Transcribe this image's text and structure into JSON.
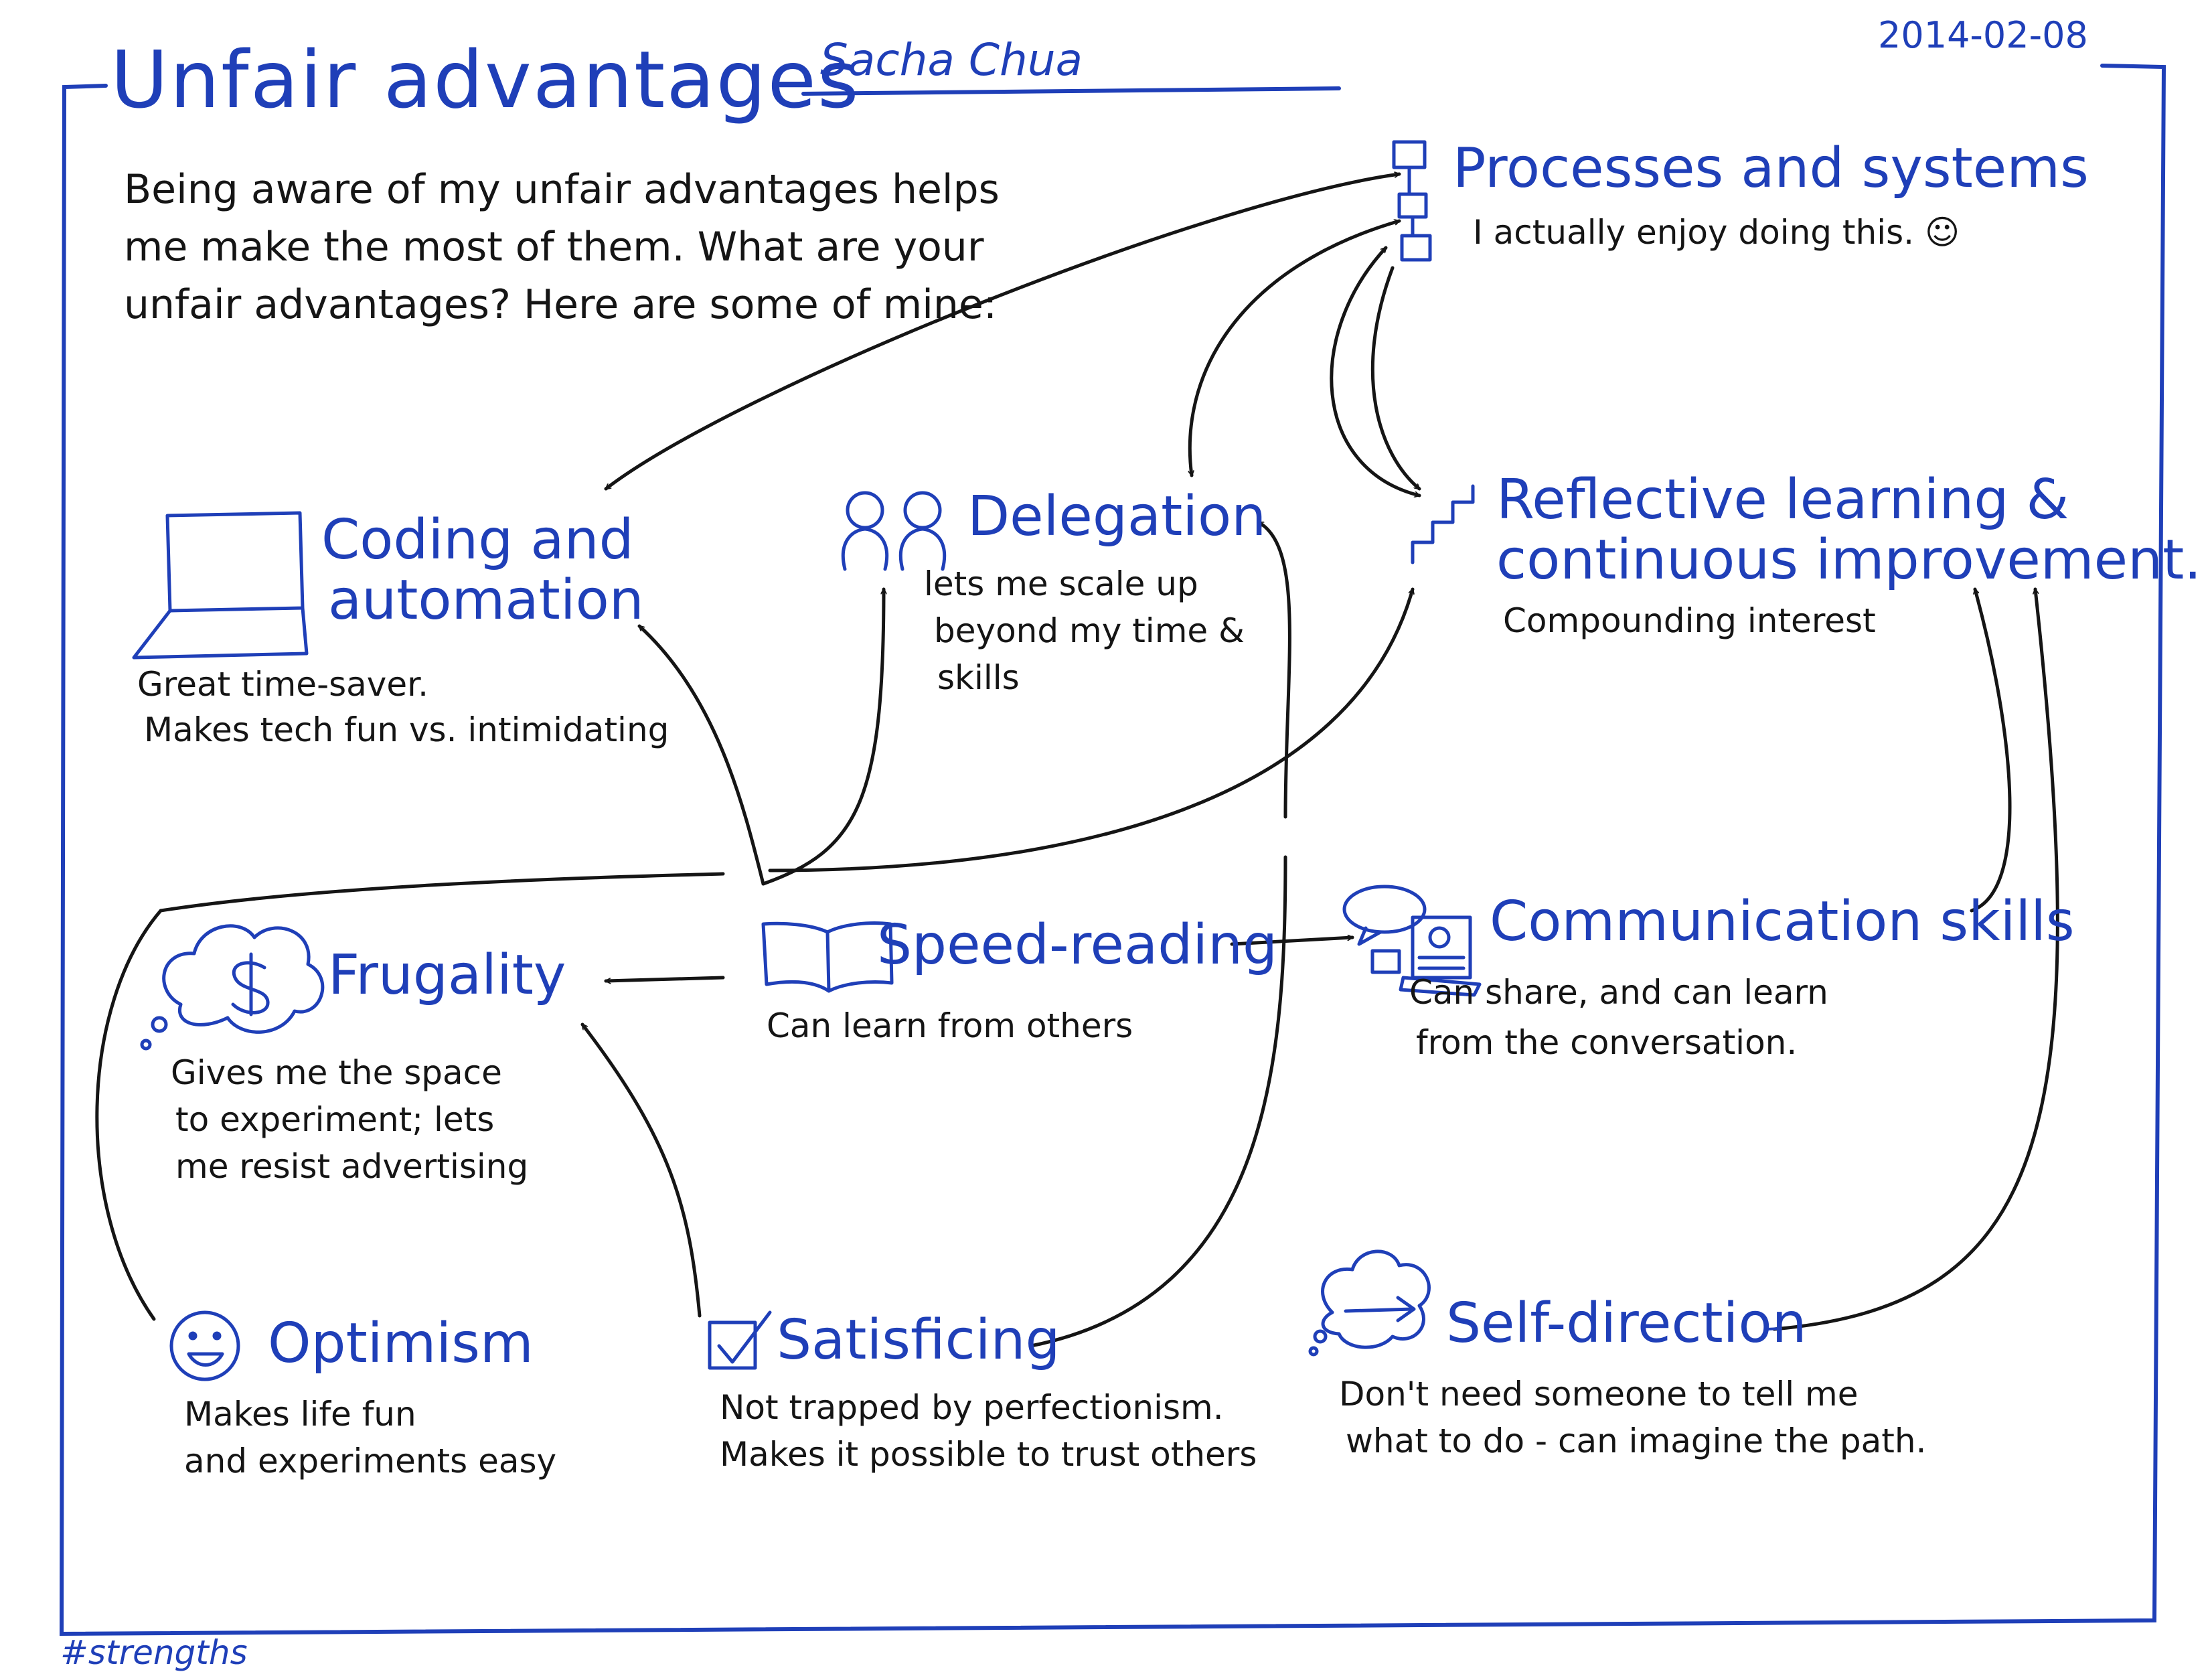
{
  "title": "Unfair advantages",
  "author": "Sacha Chua",
  "date": "2014-02-08",
  "intro": "Being aware of my unfair advantages helps me make the most of them. What are your unfair advantages? Here are some of mine:",
  "hashtag": "#strengths",
  "colors": {
    "ink_blue": "#1f3fb8",
    "ink_black": "#151515"
  },
  "nodes": {
    "processes": {
      "icon": "flowchart-icon",
      "title": "Processes and systems",
      "desc": [
        "I actually enjoy doing this. ☺"
      ]
    },
    "coding": {
      "icon": "laptop-icon",
      "title": [
        "Coding and",
        "automation"
      ],
      "desc": [
        "Great time-saver.",
        "Makes tech fun vs. intimidating"
      ]
    },
    "delegation": {
      "icon": "people-icon",
      "title": "Delegation",
      "desc": [
        "lets me scale up",
        "beyond my time &",
        "skills"
      ]
    },
    "reflective": {
      "icon": "stairs-icon",
      "title": [
        "Reflective learning &",
        "continuous improvement."
      ],
      "desc": [
        "Compounding interest"
      ]
    },
    "frugality": {
      "icon": "money-thought-icon",
      "title": "Frugality",
      "desc": [
        "Gives me the space",
        "to experiment; lets",
        "me resist advertising"
      ]
    },
    "speed_reading": {
      "icon": "open-book-icon",
      "title": "Speed-reading",
      "desc": [
        "Can learn from others"
      ]
    },
    "communication": {
      "icon": "speech-bubble-icon",
      "title": "Communication skills",
      "desc": [
        "Can share, and can learn",
        "from the conversation."
      ]
    },
    "optimism": {
      "icon": "smiley-icon",
      "title": "Optimism",
      "desc": [
        "Makes life fun",
        "and experiments easy"
      ]
    },
    "satisficing": {
      "icon": "checkbox-icon",
      "title": "Satisficing",
      "desc": [
        "Not trapped by perfectionism.",
        "Makes it possible to trust others"
      ]
    },
    "self_direction": {
      "icon": "arrow-cloud-icon",
      "title": "Self-direction",
      "desc": [
        "Don't need someone to tell me",
        "what to do - can imagine the path."
      ]
    }
  }
}
